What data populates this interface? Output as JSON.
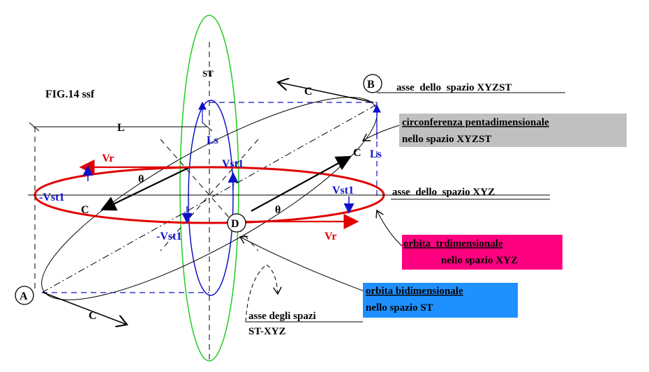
{
  "figure": {
    "title": "FIG.14 ssf"
  },
  "points": {
    "a": "A",
    "b": "B",
    "d": "D"
  },
  "labels": {
    "st": "ST",
    "l": "L",
    "ls_left": "Ls",
    "ls_right": "Ls",
    "c_top": "C",
    "c_mid_right": "C",
    "c_left": "C",
    "c_bottom": "C",
    "vr_top": "Vr",
    "vr_bottom": "Vr",
    "vst1_left_neg": "-Vst1",
    "vst1_center": "Vst1",
    "vst1_right": "Vst1",
    "vst1_bottom_neg": "-Vst1",
    "theta_left": "θ",
    "theta_right": "θ"
  },
  "annotations": {
    "asse_xyzst": "asse  dello  spazio XYZST",
    "circ_line1": "circonferenza pentadimensionale",
    "circ_line2": "nello spazio XYZST",
    "asse_xyz": "asse  dello  spazio XYZ",
    "orbita_tri_line1": "orbita  trdimensionale",
    "orbita_tri_line2": "nello spazio XYZ",
    "orbita_bi_line1": "orbita bidimensionale",
    "orbita_bi_line2": "nello spazio ST",
    "asse_st_xyz_line1": "asse degli spazi",
    "asse_st_xyz_line2": "ST-XYZ"
  },
  "colors": {
    "red_orbit": "#e00000",
    "blue_orbit": "#1010c8",
    "green_orbit": "#22cc22",
    "gray_box": "#c0c0c0",
    "magenta_box": "#ff0080",
    "cyan_box": "#1e90ff"
  }
}
